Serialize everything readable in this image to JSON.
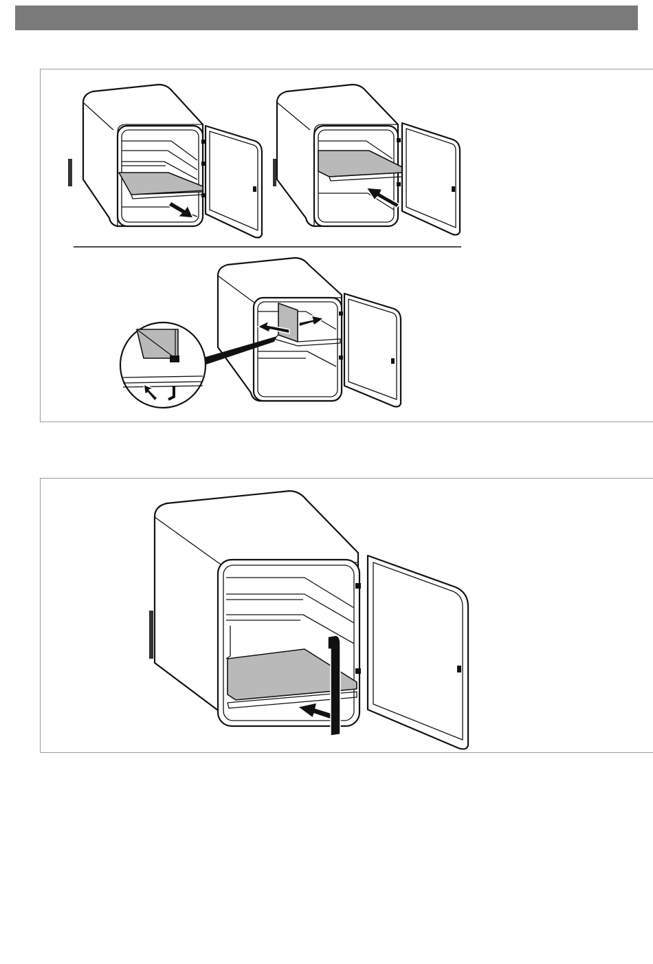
{
  "page": {
    "header_bar_color": "#7a7a7a",
    "panel_border_color": "#9a9a9a",
    "shelf_fill_color": "#b9b9b9"
  },
  "figures": [
    {
      "id": "remove-shelf",
      "icon": "pull-out-arrow-icon"
    },
    {
      "id": "insert-shelf",
      "icon": "push-in-arrow-icon"
    },
    {
      "id": "adjust-divider",
      "icon": "slide-arrow-icon"
    },
    {
      "id": "insert-bottom-shelf",
      "icon": "lift-and-push-arrow-icon"
    }
  ]
}
